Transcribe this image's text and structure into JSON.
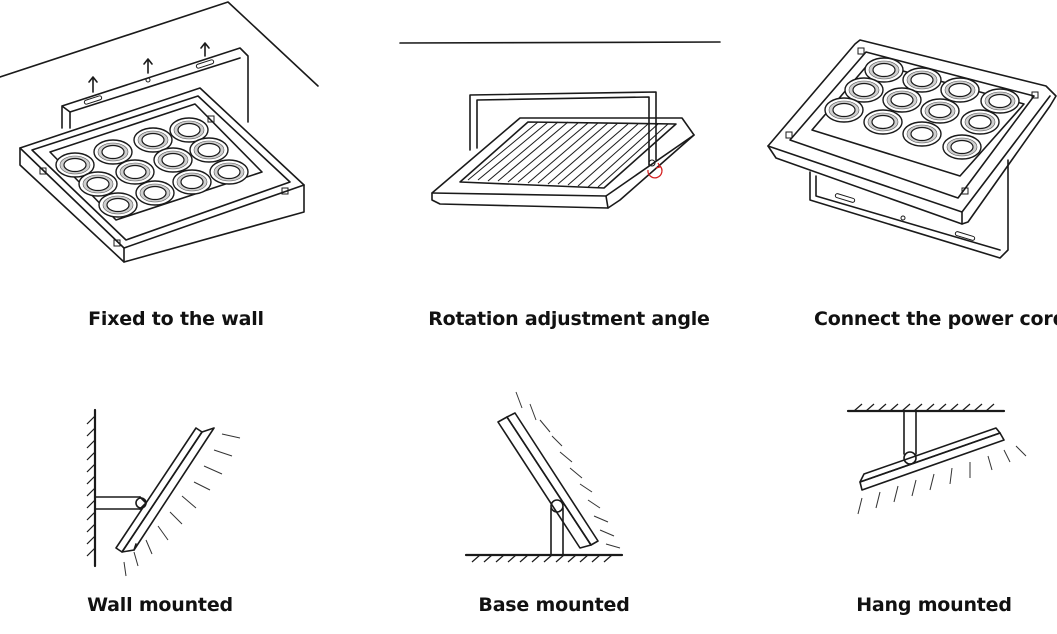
{
  "captions": {
    "fixed_to_wall": "Fixed to the wall",
    "rotation": "Rotation adjustment angle",
    "connect_power": "Connect the power cord",
    "wall_mounted": "Wall mounted",
    "base_mounted": "Base mounted",
    "hang_mounted": "Hang mounted"
  },
  "colors": {
    "line": "#1a1a1a",
    "rotation_arrow": "#d42020",
    "lens_ring": "#cfcfcf",
    "text": "#111111"
  }
}
